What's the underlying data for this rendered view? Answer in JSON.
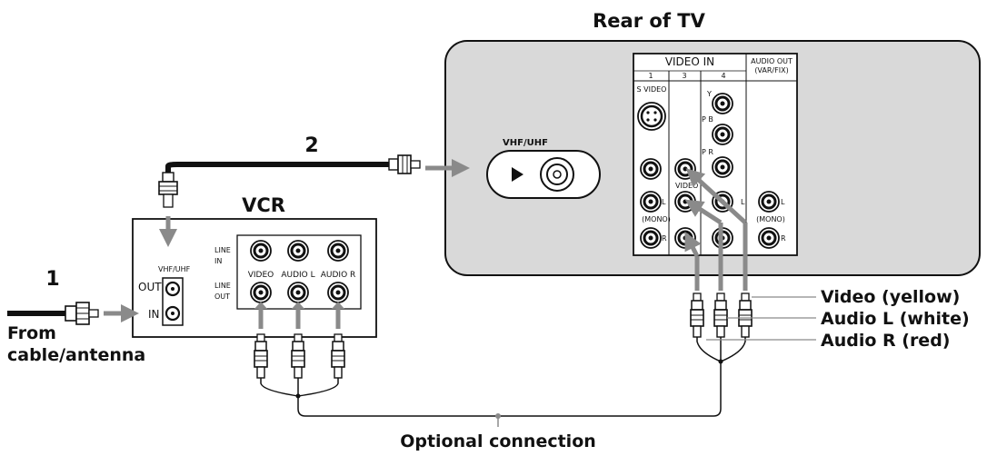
{
  "title": "Rear of TV",
  "step_1": "1",
  "step_2": "2",
  "source": {
    "line1": "From",
    "line2": "cable/antenna"
  },
  "vcr": {
    "title": "VCR",
    "vhf_uhf": "VHF/UHF",
    "out": "OUT",
    "in": "IN",
    "line_in_1": "LINE",
    "line_in_2": "IN",
    "line_out_1": "LINE",
    "line_out_2": "OUT",
    "video": "VIDEO",
    "audio_l": "AUDIO L",
    "audio_r": "AUDIO R"
  },
  "tv": {
    "vhf_uhf": "VHF/UHF",
    "video_in": "VIDEO IN",
    "col_1": "1",
    "col_3": "3",
    "col_4": "4",
    "audio_out_1": "AUDIO OUT",
    "audio_out_2": "(VAR/FIX)",
    "s_video": "S VIDEO",
    "y": "Y",
    "pb": "P B",
    "pr": "P R",
    "video_lbl": "VIDEO",
    "l": "L",
    "r": "R",
    "mono": "(MONO)"
  },
  "legend": {
    "video": "Video (yellow)",
    "audio_l": "Audio L (white)",
    "audio_r": "Audio R (red)"
  },
  "optional": "Optional connection"
}
